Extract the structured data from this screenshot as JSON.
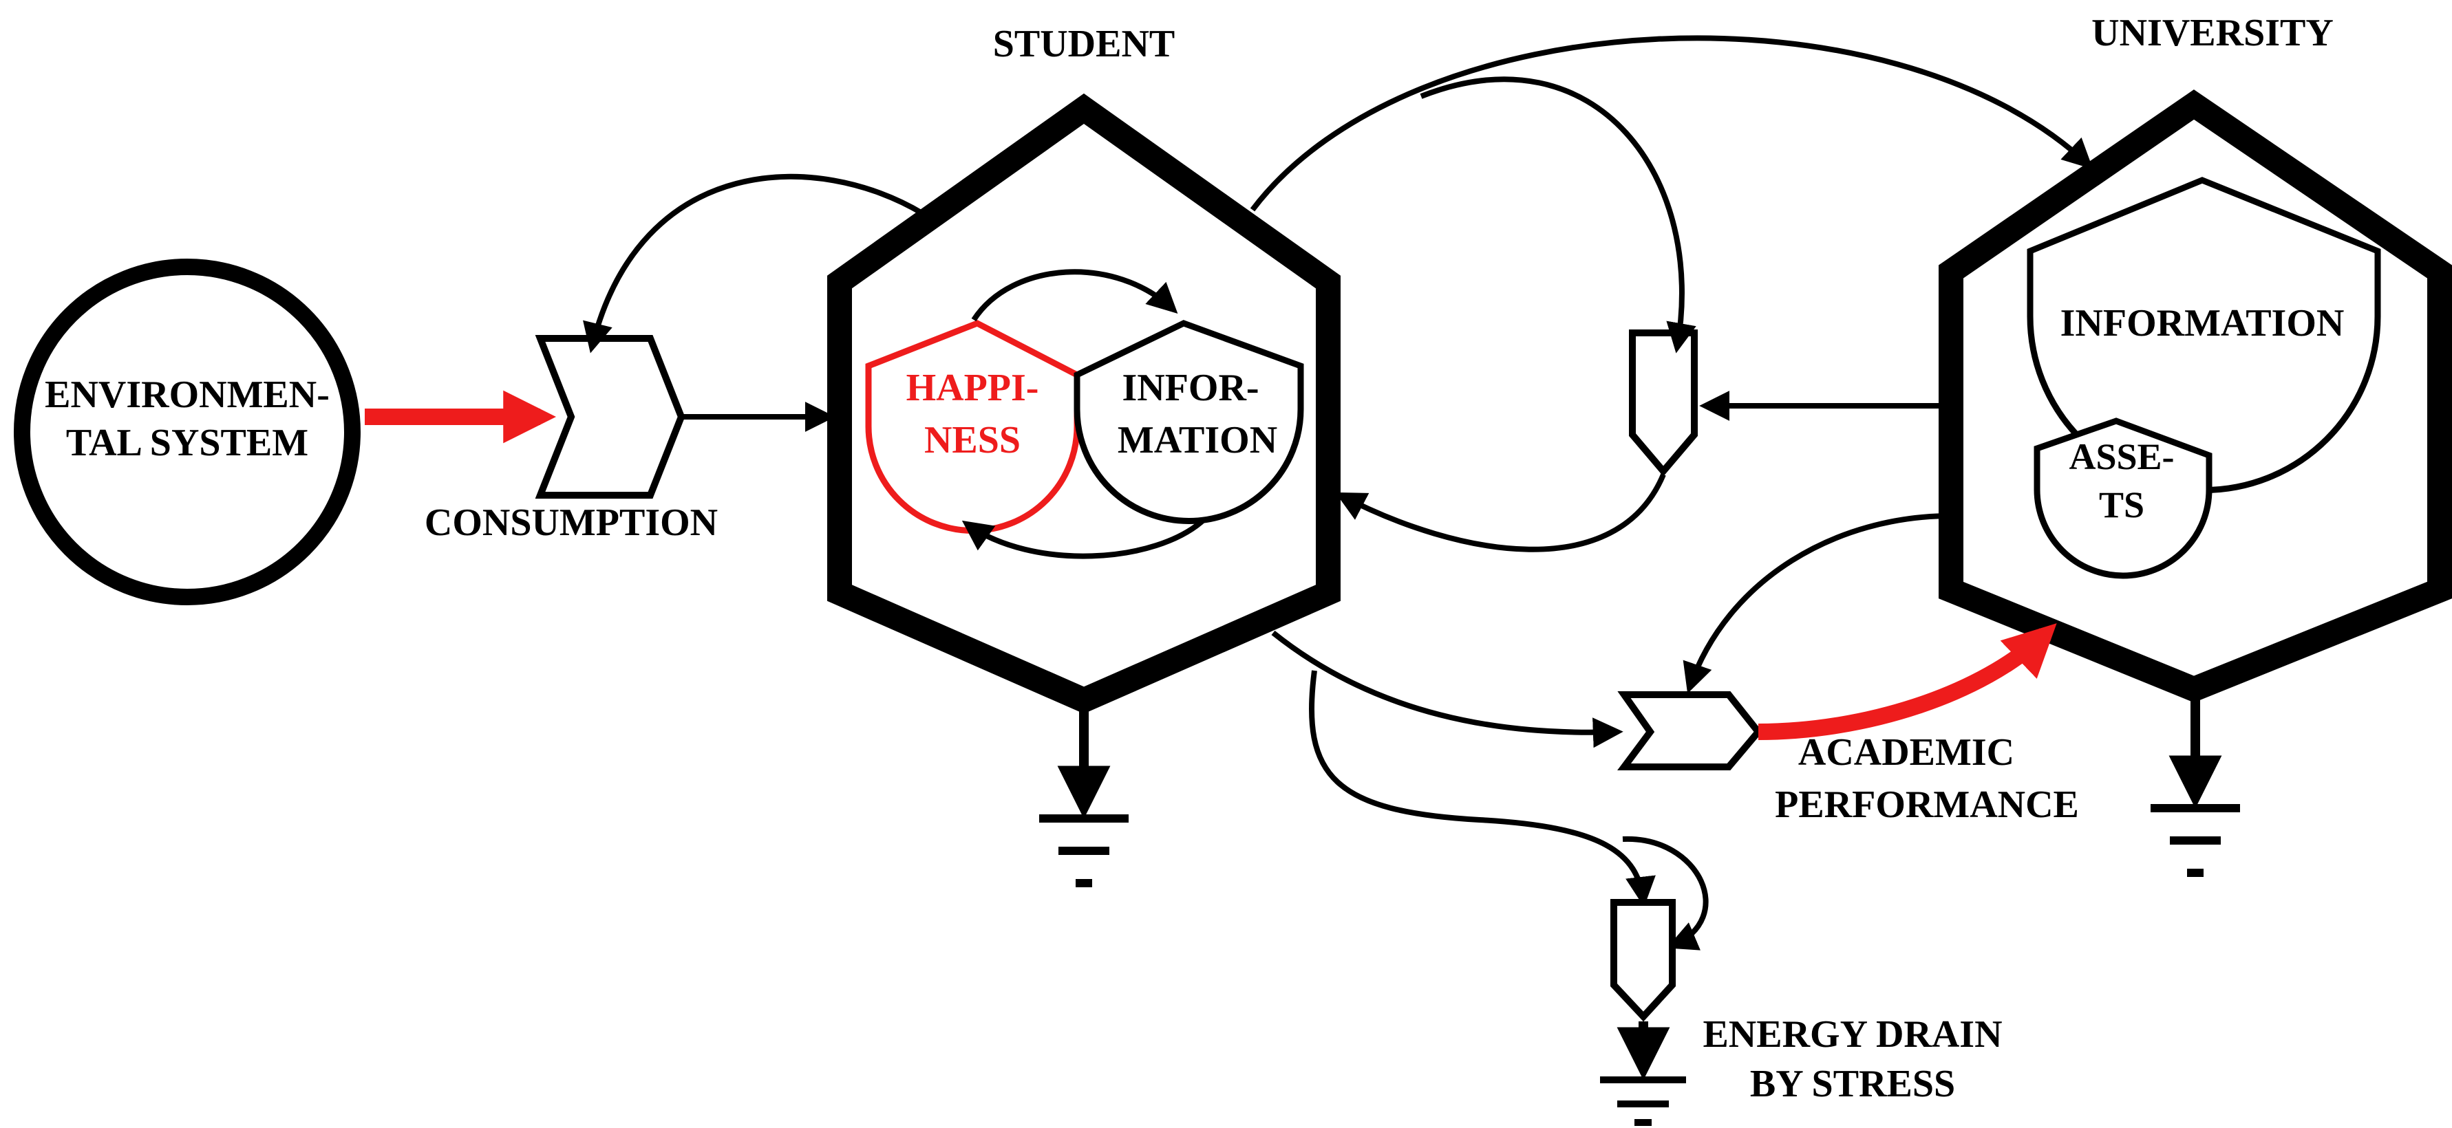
{
  "labels": {
    "environmental_line1": "ENVIRONMEN-",
    "environmental_line2": "TAL SYSTEM",
    "consumption": "CONSUMPTION",
    "student": "STUDENT",
    "happiness_line1": "HAPPI-",
    "happiness_line2": "NESS",
    "student_info_line1": "INFOR-",
    "student_info_line2": "MATION",
    "university": "UNIVERSITY",
    "university_info": "INFORMATION",
    "assets_line1": "ASSE-",
    "assets_line2": "TS",
    "academic_line1": "ACADEMIC",
    "academic_line2": "PERFORMANCE",
    "energy_line1": "ENERGY DRAIN",
    "energy_line2": "BY STRESS"
  },
  "colors": {
    "ink": "#000000",
    "highlight": "#ee1c1c",
    "background": "#ffffff"
  }
}
